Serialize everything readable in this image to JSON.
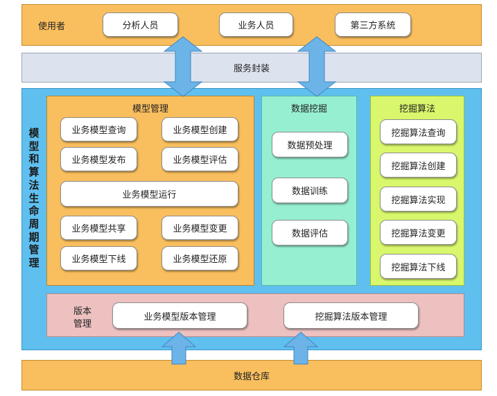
{
  "users": {
    "title": "使用者",
    "items": [
      "分析人员",
      "业务人员",
      "第三方系统"
    ]
  },
  "service": {
    "title": "服务封装"
  },
  "lifecycle": {
    "title": [
      "模",
      "型",
      "和",
      "算",
      "法",
      "生",
      "命",
      "周",
      "期",
      "管",
      "理"
    ]
  },
  "model_mgmt": {
    "title": "模型管理",
    "items": [
      "业务模型查询",
      "业务模型创建",
      "业务模型发布",
      "业务模型评估",
      "业务模型运行",
      "业务模型共享",
      "业务模型变更",
      "业务模型下线",
      "业务模型还原"
    ]
  },
  "data_mining": {
    "title": "数据挖掘",
    "items": [
      "数据预处理",
      "数据训练",
      "数据评估"
    ]
  },
  "mining_algo": {
    "title": "挖掘算法",
    "items": [
      "挖掘算法查询",
      "挖掘算法创建",
      "挖掘算法实现",
      "挖掘算法变更",
      "挖掘算法下线"
    ]
  },
  "version": {
    "title_line1": "版本",
    "title_line2": "管理",
    "items": [
      "业务模型版本管理",
      "挖掘算法版本管理"
    ]
  },
  "warehouse": {
    "title": "数据仓库"
  },
  "colors": {
    "orange": "#f9bf5e",
    "gray": "#dde3ee",
    "blue": "#5fc0f0",
    "green": "#97efd2",
    "lime": "#d8f76c",
    "pink": "#ecc1c0",
    "arrow": "#6cb4e8"
  }
}
